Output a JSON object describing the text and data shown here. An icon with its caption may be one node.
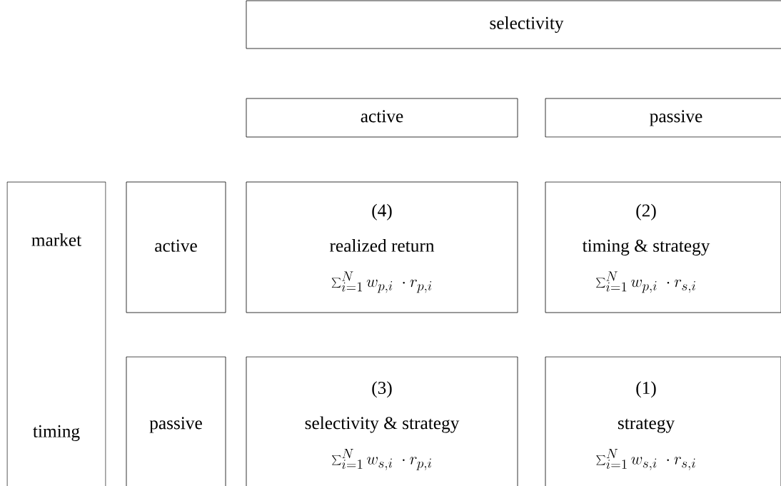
{
  "diagram": {
    "nodes": [
      {
        "text": [
          "selectivity"
        ]
      },
      {
        "text": [
          "active"
        ]
      },
      {
        "text": [
          "passive"
        ]
      },
      {
        "text": [
          "market",
          "timing"
        ]
      },
      {
        "text": [
          "active"
        ]
      },
      {
        "text": [
          "passive"
        ]
      },
      {
        "text": [
          "(4)",
          "realized return",
          "\\sum_{i=1}^{N} w_{p,i} \\; \\cdot r_{p,i}"
        ]
      },
      {
        "text": [
          "(2)",
          "timing & strategy",
          "\\sum_{i=1}^{N} w_{p,i} \\; \\cdot r_{s,i}"
        ]
      },
      {
        "text": [
          "(3)",
          "selectivity & strategy",
          "\\sum_{i=1}^{N} w_{s,i} \\; \\cdot r_{p,i}"
        ]
      },
      {
        "text": [
          "(1)",
          "strategy",
          "\\sum_{i=1}^{N} w_{s,i} \\; \\cdot r_{s,i}"
        ]
      }
    ]
  }
}
